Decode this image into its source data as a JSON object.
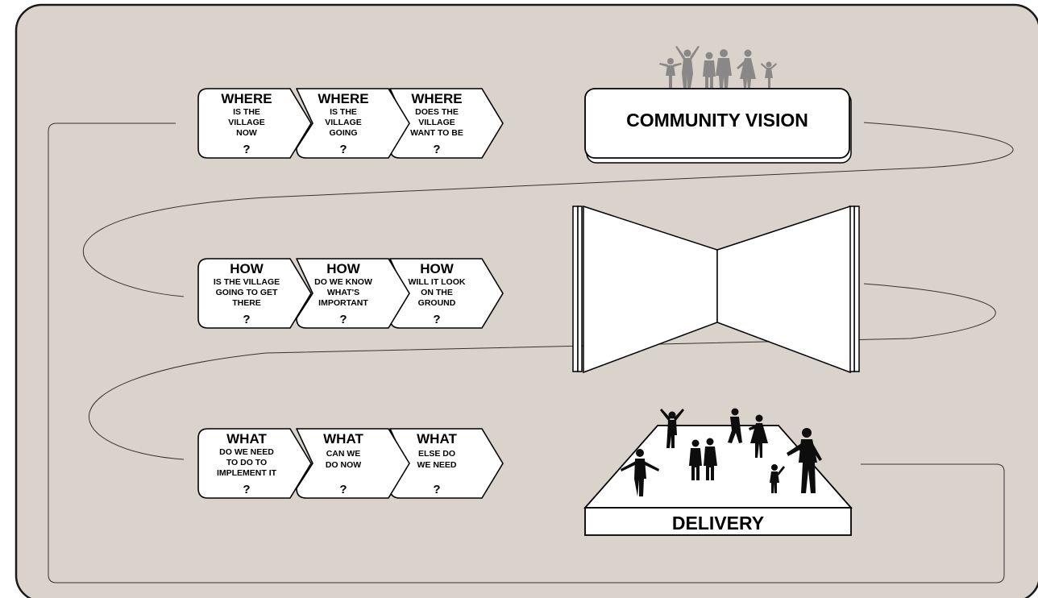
{
  "diagram": {
    "rows": [
      {
        "key": "where",
        "chevrons": [
          {
            "title": "WHERE",
            "lines": [
              "IS THE",
              "VILLAGE",
              "NOW"
            ],
            "mark": "?"
          },
          {
            "title": "WHERE",
            "lines": [
              "IS THE",
              "VILLAGE",
              "GOING"
            ],
            "mark": "?"
          },
          {
            "title": "WHERE",
            "lines": [
              "DOES THE",
              "VILLAGE",
              "WANT TO BE"
            ],
            "mark": "?"
          }
        ]
      },
      {
        "key": "how",
        "chevrons": [
          {
            "title": "HOW",
            "lines": [
              "IS THE VILLAGE",
              "GOING TO GET",
              "THERE"
            ],
            "mark": "?"
          },
          {
            "title": "HOW",
            "lines": [
              "DO WE KNOW",
              "WHAT'S",
              "IMPORTANT"
            ],
            "mark": "?"
          },
          {
            "title": "HOW",
            "lines": [
              "WILL IT LOOK",
              "ON  THE",
              "GROUND"
            ],
            "mark": "?"
          }
        ]
      },
      {
        "key": "what",
        "chevrons": [
          {
            "title": "WHAT",
            "lines": [
              "DO WE NEED",
              "TO DO TO",
              "IMPLEMENT IT"
            ],
            "mark": "?"
          },
          {
            "title": "WHAT",
            "lines": [
              "CAN WE",
              "DO NOW"
            ],
            "mark": "?"
          },
          {
            "title": "WHAT",
            "lines": [
              "ELSE DO",
              "WE NEED"
            ],
            "mark": "?"
          }
        ]
      }
    ],
    "vision_label": "COMMUNITY VISION",
    "delivery_label": "DELIVERY"
  },
  "colors": {
    "panel_bg": "#dad3cc",
    "panel_border": "#1a1a1a",
    "box_fill": "#ffffff",
    "stroke": "#000000",
    "vision_people": "#8a8886",
    "delivery_people": "#0d0d0d"
  },
  "icons": [
    "people-silhouette-icon",
    "open-book-icon",
    "platform-icon"
  ]
}
